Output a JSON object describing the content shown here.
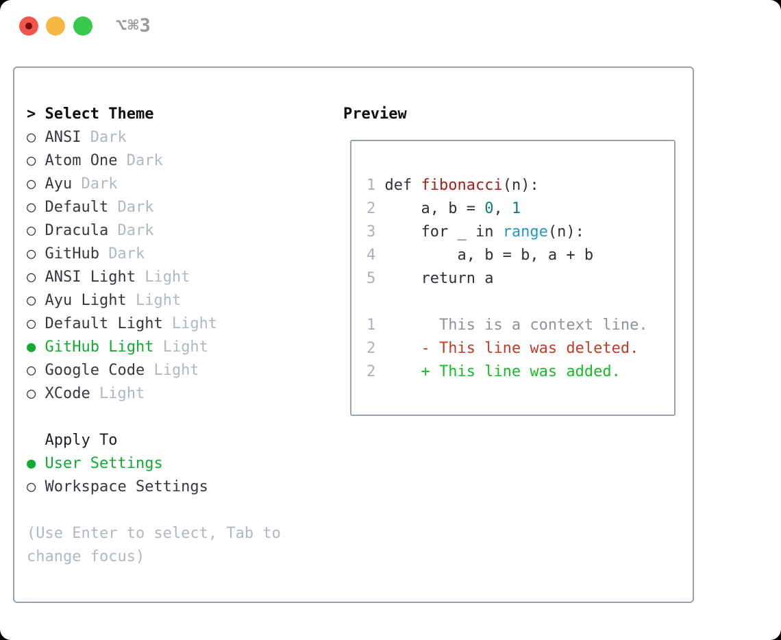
{
  "window": {
    "title": "⌥⌘3",
    "traffic_lights": [
      {
        "name": "close",
        "color": "#f0564e",
        "dot_color": "#701208"
      },
      {
        "name": "minimize",
        "color": "#f6b844"
      },
      {
        "name": "zoom",
        "color": "#38c84c"
      }
    ]
  },
  "theme_panel": {
    "header": {
      "prefix": "> ",
      "label": "Select Theme"
    },
    "radio_selected": "●",
    "radio_unselected": "○",
    "themes": [
      {
        "name": "ANSI",
        "variant": "Dark",
        "selected": false
      },
      {
        "name": "Atom One",
        "variant": "Dark",
        "selected": false
      },
      {
        "name": "Ayu",
        "variant": "Dark",
        "selected": false
      },
      {
        "name": "Default",
        "variant": "Dark",
        "selected": false
      },
      {
        "name": "Dracula",
        "variant": "Dark",
        "selected": false
      },
      {
        "name": "GitHub",
        "variant": "Dark",
        "selected": false
      },
      {
        "name": "ANSI Light",
        "variant": "Light",
        "selected": false
      },
      {
        "name": "Ayu Light",
        "variant": "Light",
        "selected": false
      },
      {
        "name": "Default Light",
        "variant": "Light",
        "selected": false
      },
      {
        "name": "GitHub Light",
        "variant": "Light",
        "selected": true
      },
      {
        "name": "Google Code",
        "variant": "Light",
        "selected": false
      },
      {
        "name": "XCode",
        "variant": "Light",
        "selected": false
      }
    ],
    "apply_to": {
      "header": "Apply To",
      "options": [
        {
          "name": "User Settings",
          "selected": true
        },
        {
          "name": "Workspace Settings",
          "selected": false
        }
      ]
    },
    "help_lines": [
      "(Use Enter to select, Tab to",
      "change focus)"
    ]
  },
  "preview": {
    "header": "Preview",
    "lines": [
      [
        {
          "t": "1 ",
          "c": "lineno"
        },
        {
          "t": "def ",
          "c": "code"
        },
        {
          "t": "fibonacci",
          "c": "func"
        },
        {
          "t": "(n):",
          "c": "code"
        }
      ],
      [
        {
          "t": "2 ",
          "c": "lineno"
        },
        {
          "t": "    a, b = ",
          "c": "code"
        },
        {
          "t": "0",
          "c": "num"
        },
        {
          "t": ", ",
          "c": "code"
        },
        {
          "t": "1",
          "c": "num"
        }
      ],
      [
        {
          "t": "3 ",
          "c": "lineno"
        },
        {
          "t": "    for _ in ",
          "c": "code"
        },
        {
          "t": "range",
          "c": "builtin"
        },
        {
          "t": "(n):",
          "c": "code"
        }
      ],
      [
        {
          "t": "4 ",
          "c": "lineno"
        },
        {
          "t": "        a, b = b, a + b",
          "c": "code"
        }
      ],
      [
        {
          "t": "5 ",
          "c": "lineno"
        },
        {
          "t": "    return a",
          "c": "code"
        }
      ],
      [
        {
          "t": " ",
          "c": "code"
        }
      ],
      [
        {
          "t": "1 ",
          "c": "lineno"
        },
        {
          "t": "      This is a context line.",
          "c": "ctx"
        }
      ],
      [
        {
          "t": "2 ",
          "c": "lineno"
        },
        {
          "t": "    - This line was deleted.",
          "c": "del"
        }
      ],
      [
        {
          "t": "2 ",
          "c": "lineno"
        },
        {
          "t": "    + This line was added.",
          "c": "add"
        }
      ]
    ]
  },
  "colors": {
    "panel_border": "#9aa2ae",
    "selected_green": "#0fab32",
    "muted_gray": "#b0b8c3",
    "text_dark": "#34383f",
    "line_number": "#a9b1bd",
    "code_default": "#2d3138",
    "function_red": "#a32019",
    "number_teal": "#0c8074",
    "builtin_blue": "#1e97c9",
    "diff_context": "#8d939c",
    "diff_deleted": "#c33a28",
    "diff_added": "#16bd29",
    "titlebar_red": "#f0564e",
    "titlebar_yellow": "#f6b844",
    "titlebar_green": "#38c84c"
  }
}
